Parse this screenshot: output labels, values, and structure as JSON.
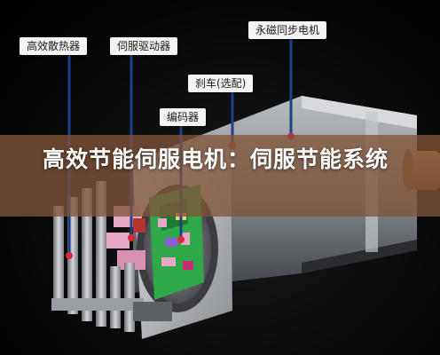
{
  "callouts": {
    "heatsink": "高效散热器",
    "servo_driver": "伺服驱动器",
    "sync_motor": "永磁同步电机",
    "brake": "刹车(选配)",
    "encoder": "编码器"
  },
  "banner": {
    "title": "高效节能伺服电机：伺服节能系统"
  },
  "colors": {
    "leader_line": "#1e3f8a",
    "marker_dot": "#d8283a",
    "banner_bg": "#80543a",
    "pcb_green": "#2fa84a",
    "connector_pink": "#e6a7c4"
  }
}
